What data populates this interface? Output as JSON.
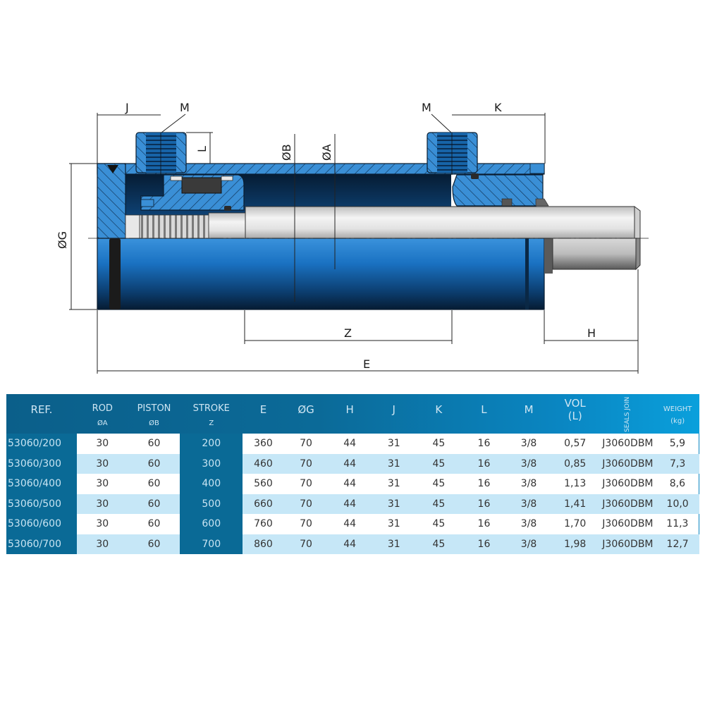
{
  "drawing": {
    "title": "Double-acting hydraulic cylinder cross-section",
    "dimension_labels": {
      "J": "J",
      "M_left": "M",
      "M_right": "M",
      "K": "K",
      "L": "L",
      "B": "ØB",
      "A": "ØA",
      "G": "ØG",
      "Z": "Z",
      "H": "H",
      "E": "E"
    },
    "colors": {
      "body_blue": "#1f78c8",
      "body_dark": "#082a4a",
      "hatch_blue": "#3a8fd6",
      "rod_grey": "#e6e6e6",
      "line": "#1a1a1a"
    }
  },
  "table": {
    "header": [
      {
        "line1": "REF.",
        "line2": ""
      },
      {
        "line1": "ROD",
        "line2": "ØA"
      },
      {
        "line1": "PISTON",
        "line2": "ØB"
      },
      {
        "line1": "STROKE",
        "line2": "Z"
      },
      {
        "line1": "E",
        "line2": ""
      },
      {
        "line1": "ØG",
        "line2": ""
      },
      {
        "line1": "H",
        "line2": ""
      },
      {
        "line1": "J",
        "line2": ""
      },
      {
        "line1": "K",
        "line2": ""
      },
      {
        "line1": "L",
        "line2": ""
      },
      {
        "line1": "M",
        "line2": ""
      },
      {
        "line1": "VOL",
        "line2": "(L)"
      },
      {
        "line1": "SEALS JOIN",
        "line2": ""
      },
      {
        "line1": "WEIGHT",
        "line2": "(kg)"
      }
    ],
    "rows": [
      {
        "ref": "53060/200",
        "rod": "30",
        "piston": "60",
        "stroke": "200",
        "e": "360",
        "g": "70",
        "h": "44",
        "j": "31",
        "k": "45",
        "l": "16",
        "m": "3/8",
        "vol": "0,57",
        "seals": "J3060DBM",
        "weight": "5,9"
      },
      {
        "ref": "53060/300",
        "rod": "30",
        "piston": "60",
        "stroke": "300",
        "e": "460",
        "g": "70",
        "h": "44",
        "j": "31",
        "k": "45",
        "l": "16",
        "m": "3/8",
        "vol": "0,85",
        "seals": "J3060DBM",
        "weight": "7,3"
      },
      {
        "ref": "53060/400",
        "rod": "30",
        "piston": "60",
        "stroke": "400",
        "e": "560",
        "g": "70",
        "h": "44",
        "j": "31",
        "k": "45",
        "l": "16",
        "m": "3/8",
        "vol": "1,13",
        "seals": "J3060DBM",
        "weight": "8,6"
      },
      {
        "ref": "53060/500",
        "rod": "30",
        "piston": "60",
        "stroke": "500",
        "e": "660",
        "g": "70",
        "h": "44",
        "j": "31",
        "k": "45",
        "l": "16",
        "m": "3/8",
        "vol": "1,41",
        "seals": "J3060DBM",
        "weight": "10,0"
      },
      {
        "ref": "53060/600",
        "rod": "30",
        "piston": "60",
        "stroke": "600",
        "e": "760",
        "g": "70",
        "h": "44",
        "j": "31",
        "k": "45",
        "l": "16",
        "m": "3/8",
        "vol": "1,70",
        "seals": "J3060DBM",
        "weight": "11,3"
      },
      {
        "ref": "53060/700",
        "rod": "30",
        "piston": "60",
        "stroke": "700",
        "e": "860",
        "g": "70",
        "h": "44",
        "j": "31",
        "k": "45",
        "l": "16",
        "m": "3/8",
        "vol": "1,98",
        "seals": "J3060DBM",
        "weight": "12,7"
      }
    ]
  }
}
